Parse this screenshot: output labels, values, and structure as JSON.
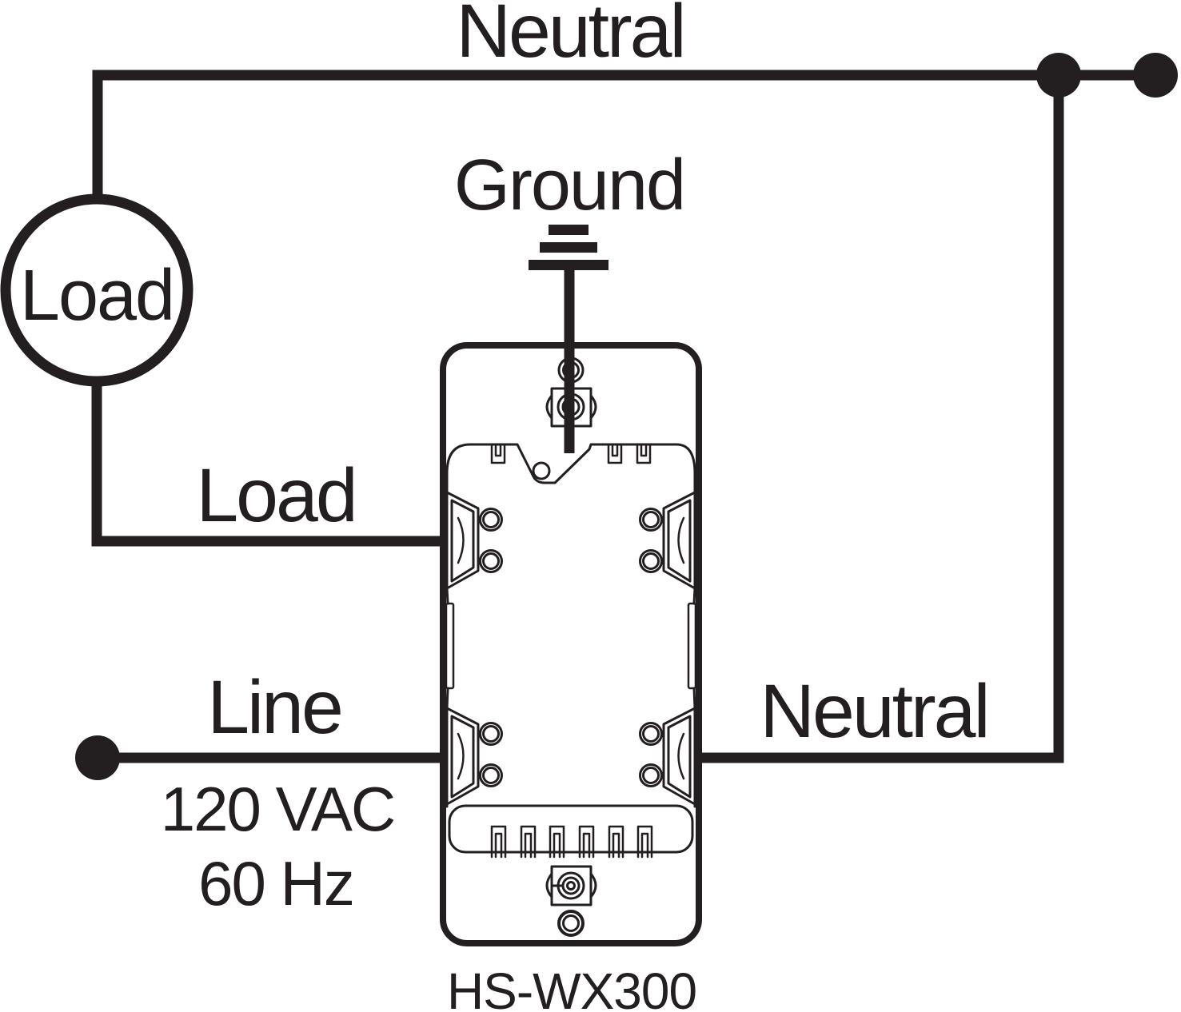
{
  "diagram": {
    "type": "wiring-diagram",
    "device": {
      "model": "HS-WX300"
    },
    "colors": {
      "ink": "#231F20",
      "background": "#FFFFFF"
    },
    "labels": {
      "neutral_top": "Neutral",
      "ground": "Ground",
      "load_device": "Load",
      "load_terminal": "Load",
      "line_terminal": "Line",
      "line_voltage": "120 VAC",
      "line_frequency": "60 Hz",
      "neutral_terminal": "Neutral",
      "model": "HS-WX300"
    }
  }
}
